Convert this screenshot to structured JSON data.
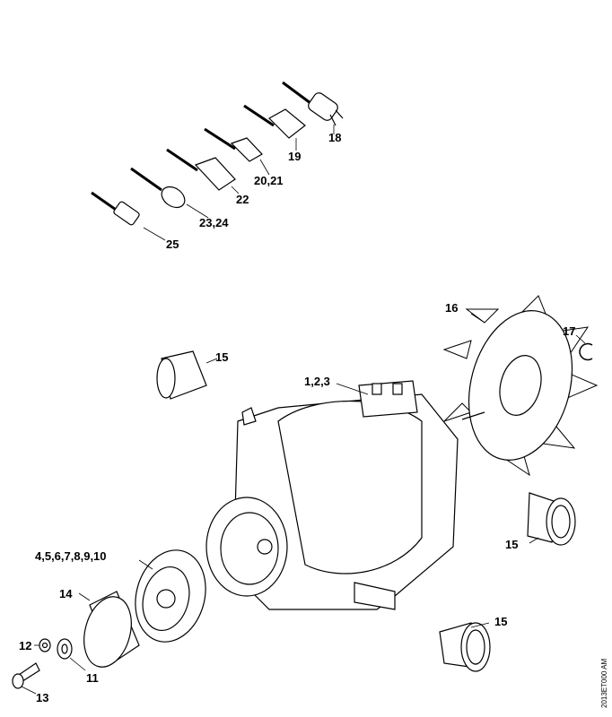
{
  "diagram": {
    "parts": [
      {
        "id": "plug-18",
        "label": "18"
      },
      {
        "id": "plug-19",
        "label": "19"
      },
      {
        "id": "plug-20-21",
        "label": "20,21"
      },
      {
        "id": "plug-22",
        "label": "22"
      },
      {
        "id": "plug-23-24",
        "label": "23,24"
      },
      {
        "id": "plug-25",
        "label": "25"
      },
      {
        "id": "fan",
        "label": "16"
      },
      {
        "id": "circlip",
        "label": "17"
      },
      {
        "id": "cap-top-left",
        "label": "15"
      },
      {
        "id": "motor",
        "label": "1,2,3"
      },
      {
        "id": "cap-right",
        "label": "15"
      },
      {
        "id": "bearing-cover",
        "label": "4,5,6,7,8,9,10"
      },
      {
        "id": "pulley",
        "label": "14"
      },
      {
        "id": "nut",
        "label": "12"
      },
      {
        "id": "washer",
        "label": "11"
      },
      {
        "id": "screw",
        "label": "13"
      },
      {
        "id": "cap-bottom",
        "label": "15"
      }
    ],
    "drawing_code": "2013ET000 AM"
  }
}
